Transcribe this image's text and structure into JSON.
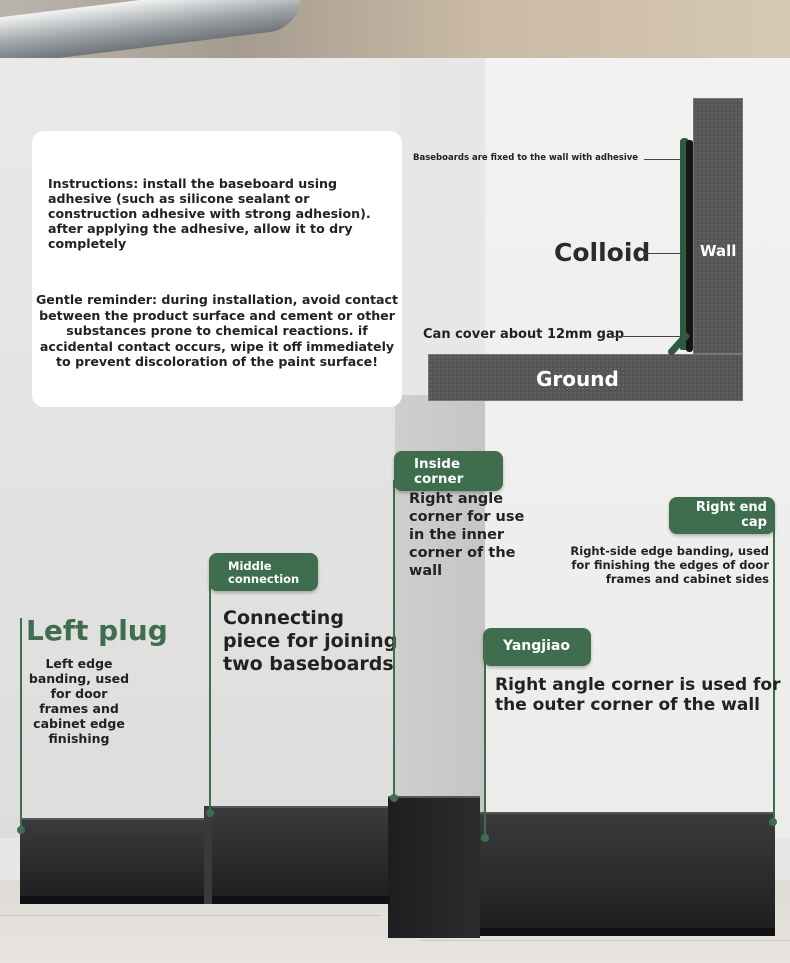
{
  "diagram": {
    "note_top": "Baseboards are fixed to the wall with adhesive",
    "colloid_label": "Colloid",
    "wall_label": "Wall",
    "gap_note": "Can cover about 12mm gap",
    "ground_label": "Ground"
  },
  "instructions": {
    "paragraph1": "Instructions: install the baseboard using adhesive (such as silicone sealant or construction adhesive with strong adhesion). after applying the adhesive, allow it to dry completely",
    "paragraph2": "Gentle reminder: during installation, avoid contact between the product surface and cement or other substances prone to chemical reactions. if accidental contact occurs, wipe it off immediately to prevent discoloration of the paint surface!"
  },
  "parts": {
    "left_plug": {
      "title": "Left plug",
      "description": "Left edge banding, used for door frames and cabinet edge finishing"
    },
    "middle_connection": {
      "tag": "Middle connection",
      "description": "Connecting piece for joining two baseboards"
    },
    "inside_corner": {
      "tag": "Inside corner",
      "description": "Right angle corner for use in the inner corner of the wall"
    },
    "right_end_cap": {
      "tag": "Right end cap",
      "description": "Right-side edge banding, used for finishing the edges of door frames and cabinet sides"
    },
    "yangjiao": {
      "tag": "Yangjiao",
      "description": "Right angle corner is used for the outer corner of the wall"
    }
  },
  "colors": {
    "accent_green": "#3f6e4f",
    "baseboard": "#2a2a2c",
    "diagram_gray": "#555555"
  }
}
